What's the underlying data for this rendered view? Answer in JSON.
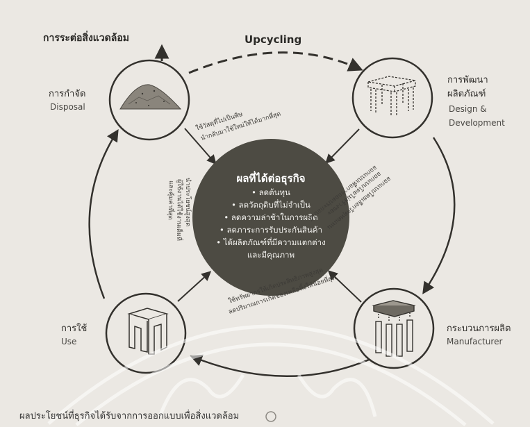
{
  "labels": {
    "environment_top": "การระต่อสิ่งแวดล้อม",
    "upcycling": "Upcycling",
    "disposal_th": "การกำจัด",
    "disposal_en": "Disposal",
    "design_th_1": "การพัฒนา",
    "design_th_2": "ผลิตภัณฑ์",
    "design_en_1": "Design &",
    "design_en_2": "Development",
    "use_th": "การใช้",
    "use_en": "Use",
    "manufacture_th": "กระบวนการผลิต",
    "manufacture_en": "Manufacturer",
    "caption": "ผลประโยชน์ที่ธุรกิจได้รับจากการออกแบบเพื่อสิ่งแวดล้อม"
  },
  "center": {
    "title": "ผลที่ได้ต่อธุรกิจ",
    "items": [
      "• ลดต้นทุน",
      "• ลดวัตถุดิบที่ไม่จำเป็น",
      "• ลดความล่าช้าในการผลิต",
      "• ลดภาระการรับประกันสินค้า",
      "• ได้ผลิตภัณฑ์ที่มีความแตกต่าง",
      "และมีคุณภาพ"
    ]
  },
  "arrow_texts": {
    "disposal_1": "ใช้วัสดุที่ไม่เป็นพิษ",
    "disposal_2": "นำกลับมาใช้ใหม่ให้ได้มากที่สุด",
    "design_1": "ออกแบบเพื่อการถอดประกอบได้",
    "design_2": "ออกแบบโดยไม่สร้างขยะ",
    "design_3": "ออกแบบโดยเลือกวัสดุทดแทน",
    "use_1": "และคุ้มค่าที่สุด",
    "use_2": "ผู้ใช้งานได้ใช้งานเต็มที่",
    "use_3": "นำประโยชน์สูงสุด",
    "manufacture_1": "ใช้ทรัพยากรให้เกิดประสิทธิภาพสูงสุด",
    "manufacture_2": "ลดปริมาณการเกิดของเหลือทิ้งให้น้อยที่สุด"
  },
  "icons": {
    "disposal": "waste-pile-icon",
    "design": "dashed-stool-sketch-icon",
    "use": "stool-icon",
    "manufacture": "stool-parts-icon"
  },
  "colors": {
    "background": "#ebe8e3",
    "line": "#33312d",
    "center_fill": "#4d4b43",
    "center_text": "#ffffff"
  }
}
